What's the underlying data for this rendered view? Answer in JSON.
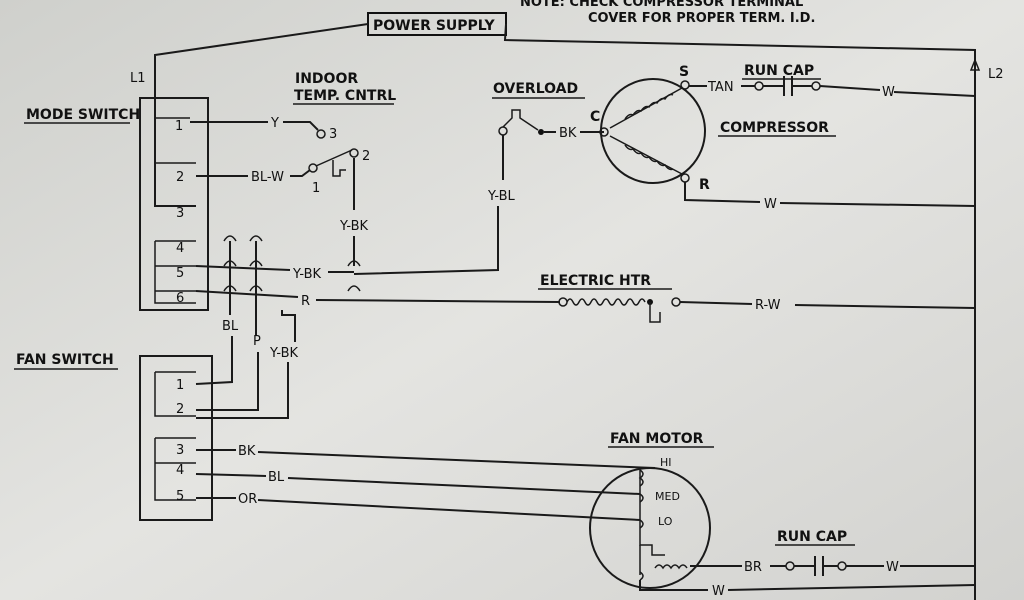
{
  "note": {
    "line1": "NOTE: CHECK COMPRESSOR TERMINAL",
    "line2": "COVER FOR PROPER TERM. I.D."
  },
  "power_supply": "POWER SUPPLY",
  "lines": {
    "l1": "L1",
    "l2": "L2"
  },
  "mode_switch": {
    "title": "MODE SWITCH",
    "terminals": [
      "1",
      "2",
      "3",
      "4",
      "5",
      "6"
    ]
  },
  "indoor_temp": {
    "title_line1": "INDOOR",
    "title_line2": "TEMP. CNTRL",
    "t1": "1",
    "t2": "2",
    "t3": "3"
  },
  "overload": {
    "title": "OVERLOAD"
  },
  "compressor": {
    "title": "COMPRESSOR",
    "s": "S",
    "c": "C",
    "r": "R"
  },
  "run_cap_top": {
    "title": "RUN CAP"
  },
  "electric_htr": {
    "title": "ELECTRIC HTR"
  },
  "fan_switch": {
    "title": "FAN SWITCH",
    "terminals": [
      "1",
      "2",
      "3",
      "4",
      "5"
    ]
  },
  "fan_motor": {
    "title": "FAN MOTOR",
    "hi": "HI",
    "med": "MED",
    "lo": "LO"
  },
  "run_cap_bottom": {
    "title": "RUN CAP"
  },
  "wire_labels": {
    "y": "Y",
    "bl_w": "BL-W",
    "y_bk_tstat": "Y-BK",
    "bk_comp": "BK",
    "tan": "TAN",
    "w_cap": "W",
    "y_bl": "Y-BL",
    "w_r": "W",
    "y_bk_5": "Y-BK",
    "r_6": "R",
    "r_w": "R-W",
    "bl": "BL",
    "p": "P",
    "y_bk_fan": "Y-BK",
    "bk_fan": "BK",
    "bl_fan": "BL",
    "or_fan": "OR",
    "br": "BR",
    "w_bot_cap": "W",
    "w_bot": "W"
  }
}
